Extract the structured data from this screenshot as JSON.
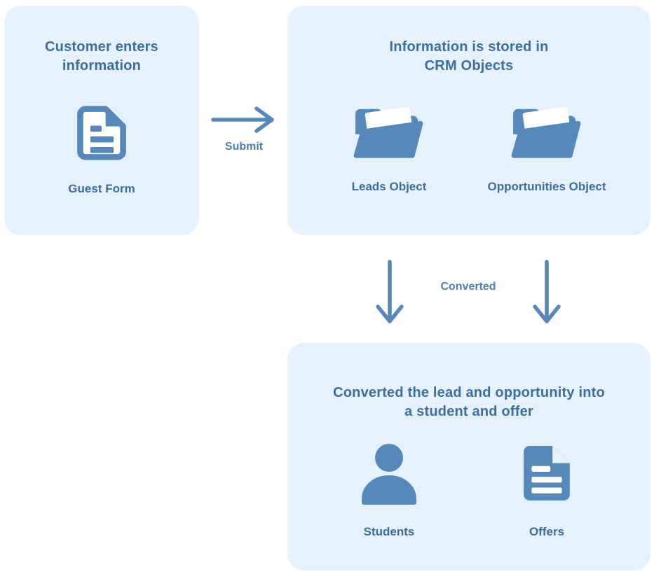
{
  "colors": {
    "box_bg": "#e5f1fc",
    "accent": "#5689b9",
    "text": "#3c6e9f",
    "flow": "#4c7fae"
  },
  "box_customer": {
    "title_line1": "Customer enters",
    "title_line2": "information",
    "icon": "document-icon",
    "caption": "Guest Form"
  },
  "flow": {
    "submit_label": "Submit",
    "converted_label": "Converted"
  },
  "box_crm": {
    "title_line1": "Information is stored in",
    "title_line2": "CRM Objects",
    "items": [
      {
        "icon": "folder-icon",
        "label": "Leads Object"
      },
      {
        "icon": "folder-icon",
        "label": "Opportunities Object"
      }
    ]
  },
  "box_converted": {
    "title_line1": "Converted the lead and opportunity into",
    "title_line2": "a student and offer",
    "items": [
      {
        "icon": "person-icon",
        "label": "Students"
      },
      {
        "icon": "document-icon",
        "label": "Offers"
      }
    ]
  }
}
